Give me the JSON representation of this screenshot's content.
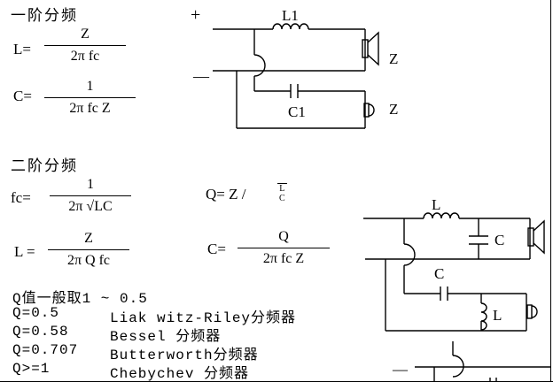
{
  "first_order": {
    "title": "一阶分频",
    "L": {
      "label": "L=",
      "numerator": "Z",
      "denominator": "2π fc"
    },
    "C": {
      "label": "C=",
      "numerator": "1",
      "denominator": "2π fc Z"
    },
    "circuit": {
      "plus": "+",
      "minus": "—",
      "inductor": "L1",
      "capacitor": "C1",
      "woofer_impedance": "Z",
      "tweeter_impedance": "Z"
    }
  },
  "second_order": {
    "title": "二阶分频",
    "fc": {
      "label": "fc=",
      "numerator": "1",
      "denominator": "2π √LC"
    },
    "Q": {
      "label": "Q= Z /",
      "root_num": "L",
      "root_den": "C"
    },
    "L": {
      "label": "L =",
      "numerator": "Z",
      "denominator": "2π Q fc"
    },
    "C": {
      "label": "C=",
      "numerator": "Q",
      "denominator": "2π fc Z"
    },
    "circuit": {
      "series_inductor": "L",
      "shunt_capacitor": "C",
      "series_capacitor": "C",
      "shunt_inductor": "L"
    }
  },
  "q_notes": {
    "heading": "Q值一般取1 ~ 0.5",
    "rows": [
      {
        "q": "Q=0.5",
        "type": "Liak witz-Riley分频器"
      },
      {
        "q": "Q=0.58",
        "type": "Bessel 分频器"
      },
      {
        "q": "Q=0.707",
        "type": "Butterworth分频器"
      },
      {
        "q": "Q>=1",
        "type": "Chebychev 分频器"
      }
    ]
  },
  "partial_circuit": {
    "minus": "—"
  }
}
